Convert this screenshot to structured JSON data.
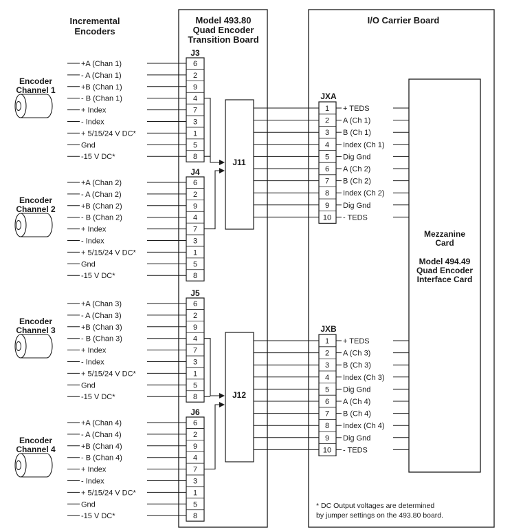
{
  "titles": {
    "encoders_group": [
      "Incremental",
      "Encoders"
    ],
    "transition_board": [
      "Model 493.80",
      "Quad Encoder",
      "Transition Board"
    ],
    "carrier_board": "I/O Carrier Board"
  },
  "encoder_channels": [
    [
      "Encoder",
      "Channel 1"
    ],
    [
      "Encoder",
      "Channel 2"
    ],
    [
      "Encoder",
      "Channel 3"
    ],
    [
      "Encoder",
      "Channel 4"
    ]
  ],
  "j_connectors": [
    {
      "name": "J3",
      "signals": [
        "+A (Chan 1)",
        "- A (Chan 1)",
        "+B (Chan 1)",
        "- B (Chan 1)",
        "+ Index",
        "- Index",
        "+ 5/15/24 V DC*",
        "Gnd",
        "-15 V DC*"
      ],
      "pins": [
        "6",
        "2",
        "9",
        "4",
        "7",
        "3",
        "1",
        "5",
        "8"
      ]
    },
    {
      "name": "J4",
      "signals": [
        "+A (Chan 2)",
        "- A (Chan 2)",
        "+B (Chan 2)",
        "- B (Chan 2)",
        "+ Index",
        "- Index",
        "+ 5/15/24 V DC*",
        "Gnd",
        "-15 V DC*"
      ],
      "pins": [
        "6",
        "2",
        "9",
        "4",
        "7",
        "3",
        "1",
        "5",
        "8"
      ]
    },
    {
      "name": "J5",
      "signals": [
        "+A (Chan 3)",
        "- A (Chan 3)",
        "+B (Chan 3)",
        "- B (Chan 3)",
        "+ Index",
        "- Index",
        "+ 5/15/24 V DC*",
        "Gnd",
        "-15 V DC*"
      ],
      "pins": [
        "6",
        "2",
        "9",
        "4",
        "7",
        "3",
        "1",
        "5",
        "8"
      ]
    },
    {
      "name": "J6",
      "signals": [
        "+A (Chan 4)",
        "- A (Chan 4)",
        "+B (Chan 4)",
        "- B (Chan 4)",
        "+ Index",
        "- Index",
        "+ 5/15/24 V DC*",
        "Gnd",
        "-15 V DC*"
      ],
      "pins": [
        "6",
        "2",
        "9",
        "4",
        "7",
        "3",
        "1",
        "5",
        "8"
      ]
    }
  ],
  "combiners": [
    "J11",
    "J12"
  ],
  "jx_connectors": [
    {
      "name": "JXA",
      "pins": [
        "1",
        "2",
        "3",
        "4",
        "5",
        "6",
        "7",
        "8",
        "9",
        "10"
      ],
      "signals": [
        "+ TEDS",
        "A (Ch 1)",
        "B (Ch 1)",
        "Index (Ch 1)",
        "Dig Gnd",
        "A (Ch 2)",
        "B (Ch 2)",
        "Index (Ch 2)",
        "Dig Gnd",
        "- TEDS"
      ]
    },
    {
      "name": "JXB",
      "pins": [
        "1",
        "2",
        "3",
        "4",
        "5",
        "6",
        "7",
        "8",
        "9",
        "10"
      ],
      "signals": [
        "+ TEDS",
        "A (Ch 3)",
        "B (Ch 3)",
        "Index (Ch 3)",
        "Dig Gnd",
        "A (Ch 4)",
        "B (Ch 4)",
        "Index (Ch 4)",
        "Dig Gnd",
        "- TEDS"
      ]
    }
  ],
  "mezzanine": [
    "Mezzanine",
    "Card",
    "",
    "Model 494.49",
    "Quad Encoder",
    "Interface Card"
  ],
  "footnote": [
    "* DC Output voltages are determined",
    "by jumper settings on the 493.80 board."
  ]
}
